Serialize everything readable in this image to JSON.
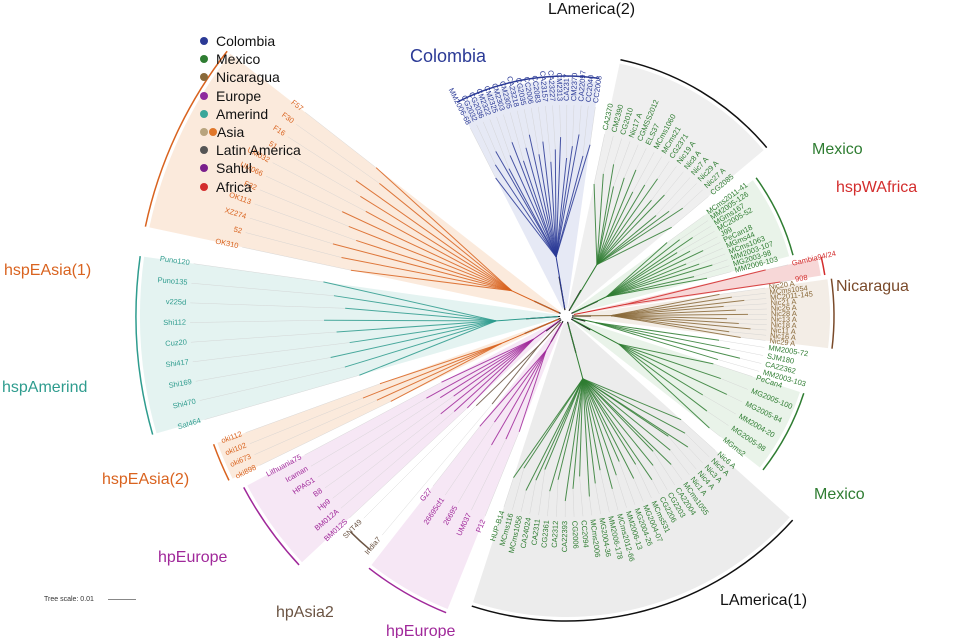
{
  "legend": {
    "items": [
      {
        "label": "Colombia",
        "color": "#2b3a96"
      },
      {
        "label": "Mexico",
        "color": "#2f7d32"
      },
      {
        "label": "Nicaragua",
        "color": "#8a6a3a"
      },
      {
        "label": "Europe",
        "color": "#8e2a9e"
      },
      {
        "label": "Amerind",
        "color": "#3aa79a"
      },
      {
        "label": "Asia",
        "color": "#e0772a"
      },
      {
        "label": "Latin America",
        "color": "#555555"
      },
      {
        "label": "Sahul",
        "color": "#7a1f8c"
      },
      {
        "label": "Africa",
        "color": "#d32d2d"
      }
    ],
    "asia_extra_color": "#b8a47e"
  },
  "scale_label": "Tree scale: 0.01",
  "clades": [
    {
      "id": "colombia",
      "label": "Colombia",
      "color": "#2b3a96",
      "leaf_color": "#2b3a96",
      "shade": "#e6e9f5",
      "leaves": [
        "MM2006-68",
        "CG2032",
        "CG2036",
        "CM2322",
        "CM2325",
        "CM2303",
        "CM2305",
        "CA23218",
        "CG2035",
        "CC2006",
        "CC2083",
        "CA23157",
        "CA23227",
        "CM2313",
        "CA2317",
        "CM2370",
        "CA22097",
        "CC2040",
        "CC2008"
      ]
    },
    {
      "id": "lamerica2",
      "label": "LAmerica(2)",
      "color": "#111111",
      "leaf_color": "#2f7d32",
      "shade": "#efefef",
      "leaves": [
        "CA2370",
        "CM2390",
        "CG2010",
        "Nic17 A",
        "CGMSS2012",
        "ELS37",
        "MCms1060",
        "MCms21",
        "CG2371",
        "Nic19 A",
        "Nic8 A",
        "Nic7 A",
        "Nic29 A",
        "Nic27 A",
        "CG2085"
      ]
    },
    {
      "id": "mexico_top",
      "label": "Mexico",
      "color": "#2f7d32",
      "leaf_color": "#2f7d32",
      "shade": "#e9f3e9",
      "leaves": [
        "MCms2011-41",
        "MM2005-126",
        "MGms167",
        "MC2005-52",
        "J99",
        "PeCan18",
        "MGms44",
        "MCms1063",
        "MM2003-107",
        "MG2003-98",
        "MM2006-103"
      ]
    },
    {
      "id": "hspwafrica",
      "label": "hspWAfrica",
      "color": "#d32d2d",
      "leaf_color": "#d32d2d",
      "shade": "#f7d7d7",
      "leaves": [
        "Gambia94/24",
        "908"
      ]
    },
    {
      "id": "nicaragua",
      "label": "Nicaragua",
      "color": "#7a4a2a",
      "leaf_color": "#8a6a3a",
      "shade": "#f3ede6",
      "leaves": [
        "Nic20 A",
        "MCms1054",
        "MC2011-145",
        "Nic21 A",
        "Nic26 A",
        "Nic28 A",
        "Nic13 A",
        "Nic18 A",
        "Nic11 A",
        "Nic16 A",
        "Nic29 A"
      ]
    },
    {
      "id": "mexico_loose",
      "label": "",
      "color": "#2f7d32",
      "leaf_color": "#2f7d32",
      "shade": "none",
      "leaves": [
        "MM2005-72",
        "SJM180",
        "CA22362",
        "MM2003-103"
      ]
    },
    {
      "id": "mexico_bottom",
      "label": "Mexico",
      "color": "#2f7d32",
      "leaf_color": "#2f7d32",
      "shade": "#e9f3e9",
      "leaves": [
        "PeCan4",
        "MG2005-100",
        "MG2005-84",
        "MM2004-20",
        "MG2005-98",
        "MGms2"
      ]
    },
    {
      "id": "lamerica1",
      "label": "LAmerica(1)",
      "color": "#111111",
      "leaf_color": "#2f7d32",
      "shade": "#ececec",
      "leaves": [
        "Nic6 A",
        "Nic5 A",
        "Nic3 A",
        "Nic4 A",
        "Nic1 A",
        "MCms1055",
        "CA22004",
        "CG2203",
        "CG2206",
        "MCms531",
        "MG2004-07",
        "MG2004-26",
        "MM2006-13",
        "MCms2012-66",
        "MM2006-178",
        "MG2004-36",
        "MCms2006",
        "CC2094",
        "CG2006",
        "CA22393",
        "CA2312",
        "CG2361",
        "CA2311",
        "CA24024",
        "MCms1056",
        "MCms116",
        "HUP-B14"
      ]
    },
    {
      "id": "hpeurope_b",
      "label": "hpEurope",
      "color": "#a0289a",
      "leaf_color": "#a0289a",
      "shade": "#f6e7f5",
      "leaves": [
        "P12",
        "UM037",
        "26695",
        "26695cf1",
        "G27"
      ]
    },
    {
      "id": "hpasia2",
      "label": "hpAsia2",
      "color": "#6b5443",
      "leaf_color": "#6b5443",
      "shade": "none",
      "leaves": [
        "India7",
        "SNT49"
      ]
    },
    {
      "id": "hpeurope_a",
      "label": "hpEurope",
      "color": "#a0289a",
      "leaf_color": "#a0289a",
      "shade": "#f6e7f5",
      "leaves": [
        "BM012S",
        "BM012A",
        "Hp9",
        "B8",
        "HPAG1",
        "Icaman",
        "Lithuania75"
      ]
    },
    {
      "id": "hspeasia2",
      "label": "hspEAsia(2)",
      "color": "#d9631f",
      "leaf_color": "#d9631f",
      "shade": "#fbeadc",
      "leaves": [
        "oki898",
        "oki673",
        "oki102",
        "oki112"
      ]
    },
    {
      "id": "hspamerind",
      "label": "hspAmerind",
      "color": "#2e9c8e",
      "leaf_color": "#2e9c8e",
      "shade": "#e4f3f1",
      "leaves": [
        "Sat464",
        "Shi470",
        "Shi169",
        "Shi417",
        "Cuz20",
        "Shi112",
        "v225d",
        "Puno135",
        "Puno120"
      ]
    },
    {
      "id": "hspeasia1",
      "label": "hspEAsia(1)",
      "color": "#d9631f",
      "leaf_color": "#d9631f",
      "shade": "#fbeadc",
      "leaves": [
        "OK310",
        "52",
        "XZ274",
        "OK113",
        "F32",
        "UM066",
        "UM032",
        "51",
        "F16",
        "F30",
        "F57"
      ]
    }
  ]
}
